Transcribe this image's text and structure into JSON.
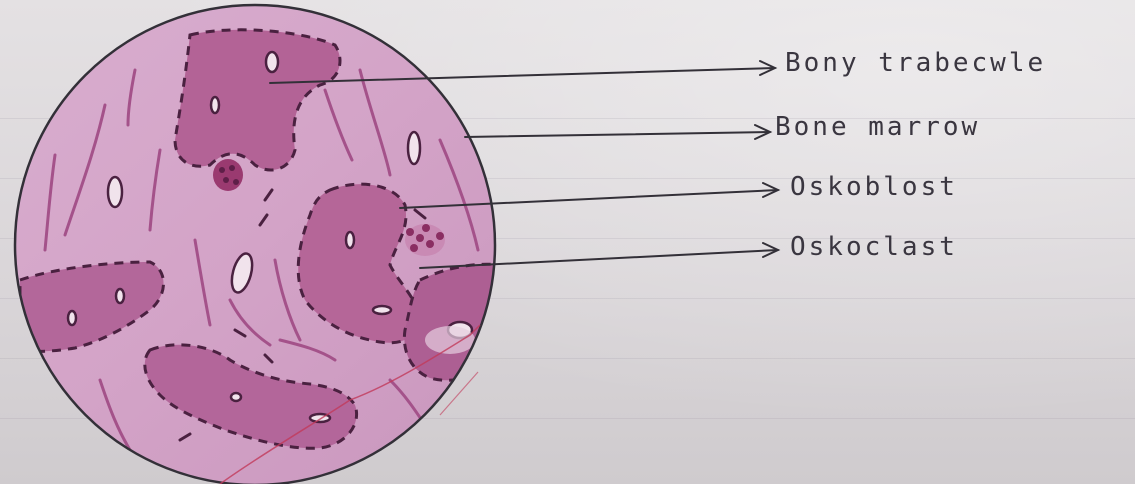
{
  "diagram": {
    "labels": {
      "bony_trabeculae": "Bony trabecwle",
      "bone_marrow": "Bone marrow",
      "osteoblast": "Oskoblost",
      "osteoclast": "Oskoclast"
    },
    "colors": {
      "paper": "#ddd9dc",
      "tissue_background": "#d3a5c8",
      "trabecula_fill": "#b05f95",
      "dashed_outline": "#4a2140",
      "cell_cluster": "#9a3a70",
      "ink": "#333038",
      "red_pen": "#c23a5a"
    }
  }
}
